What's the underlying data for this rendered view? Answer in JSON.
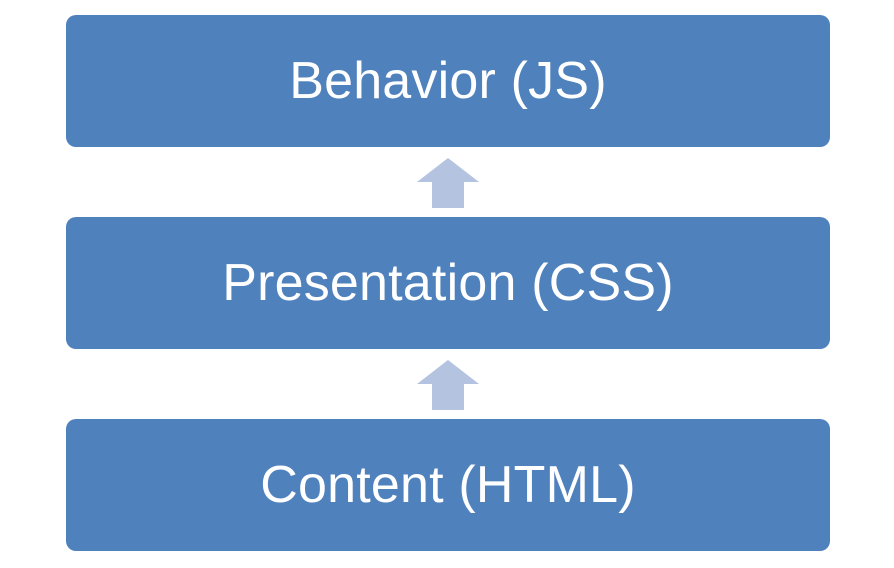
{
  "colors": {
    "box_fill": "#4F81BD",
    "arrow_fill": "#B3C3E0",
    "text": "#FFFFFF"
  },
  "layers": [
    {
      "label": "Behavior (JS)"
    },
    {
      "label": "Presentation (CSS)"
    },
    {
      "label": "Content (HTML)"
    }
  ],
  "arrows": [
    {
      "direction": "up",
      "icon": "up-arrow-icon"
    },
    {
      "direction": "up",
      "icon": "up-arrow-icon"
    }
  ]
}
